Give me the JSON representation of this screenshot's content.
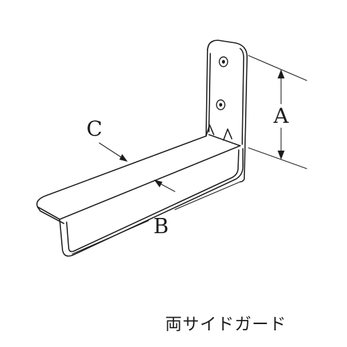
{
  "figure": {
    "caption": "両サイドガード",
    "dimension_labels": {
      "a": "A",
      "b": "B",
      "c": "C"
    },
    "stroke_color": "#1c1c1c",
    "background_color": "#ffffff"
  }
}
